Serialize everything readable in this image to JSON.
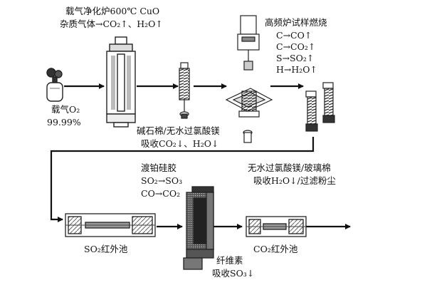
{
  "labels": {
    "purifier_title": "载气净化炉600℃ CuO",
    "purifier_reaction": "杂质气体→CO₂↑、H₂O↑",
    "carrier_gas": "载气O₂",
    "purity": "99.99%",
    "furnace_title": "高频炉试样燃烧",
    "furnace_r1": "C→CO↑",
    "furnace_r2": "C→CO₂↑",
    "furnace_r3": "S→SO₂↑",
    "furnace_r4": "H→H₂O↑",
    "absorber1_title": "碱石棉/无水过氯酸镁",
    "absorber1_desc": "吸收CO₂↓、H₂O↓",
    "catalyst_title": "渡铂硅胶",
    "catalyst_r1": "SO₂→SO₃",
    "catalyst_r2": "CO→CO₂",
    "filter_title": "无水过氯酸镁/玻璃棉",
    "filter_desc": "吸收H₂O↓/过滤粉尘",
    "so2_cell": "SO₂红外池",
    "co2_cell": "CO₂红外池",
    "cellulose_title": "纤维素",
    "cellulose_desc": "吸收SO₃↓"
  }
}
